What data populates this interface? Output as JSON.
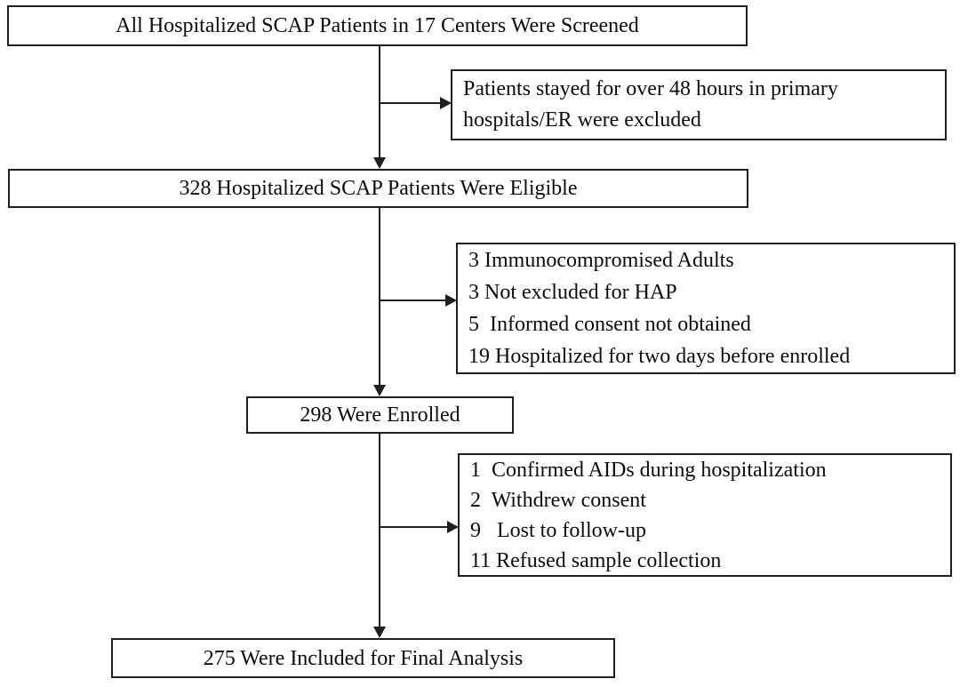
{
  "figure": {
    "type": "flowchart",
    "title_semantic": "SCAP patient screening and enrollment flow diagram",
    "colors": {
      "background": "#ffffff",
      "box_fill": "#ffffff",
      "border": "#1f1f1f",
      "text": "#0d0d0d"
    }
  },
  "flowchart": {
    "screened_box": {
      "label": "All Hospitalized SCAP Patients in 17 Centers Were Screened"
    },
    "excluded_48h_box": {
      "lines": [
        "Patients stayed for over 48 hours in primary",
        "hospitals/ER were excluded"
      ]
    },
    "eligible_box": {
      "label": "328 Hospitalized SCAP Patients Were Eligible",
      "count": 328
    },
    "pre_enrollment_exclusions_box": {
      "lines": [
        "3 Immunocompromised Adults",
        "3 Not excluded for HAP",
        "5  Informed consent not obtained",
        "19 Hospitalized for two days before enrolled"
      ],
      "counts": [
        3,
        3,
        5,
        19
      ]
    },
    "enrolled_box": {
      "label": "298 Were Enrolled",
      "count": 298
    },
    "post_enrollment_exclusions_box": {
      "lines": [
        "1  Confirmed AIDs during hospitalization",
        "2  Withdrew consent",
        "9   Lost to follow-up",
        "11 Refused sample collection"
      ],
      "counts": [
        1,
        2,
        9,
        11
      ]
    },
    "final_analysis_box": {
      "label": "275 Were Included for Final Analysis",
      "count": 275
    }
  }
}
